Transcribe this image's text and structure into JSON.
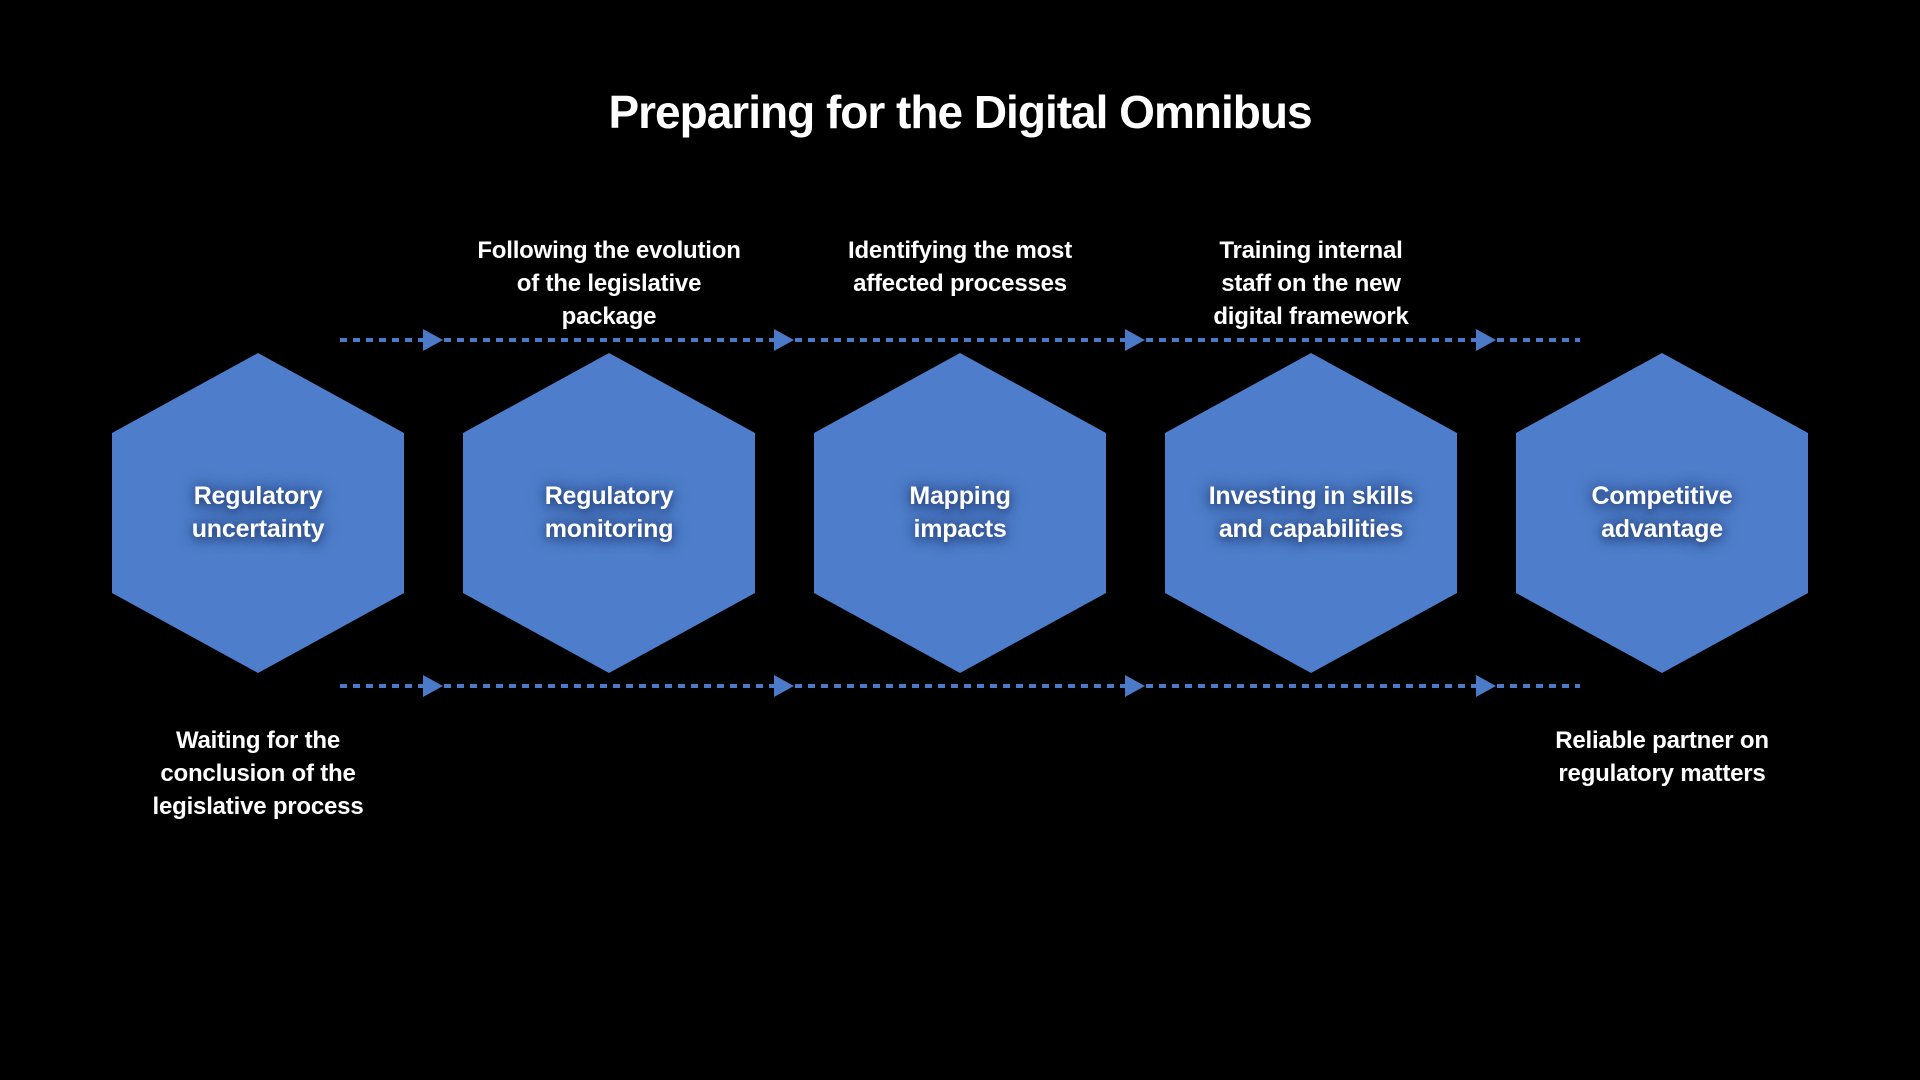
{
  "title": "Preparing for the Digital Omnibus",
  "colors": {
    "background": "#000000",
    "hexagon": "#4e7ecb",
    "arrow": "#4b7ac8",
    "text": "#ffffff"
  },
  "stages": [
    {
      "text": "Regulatory uncertainty",
      "lines": [
        "Regulatory",
        "uncertainty"
      ]
    },
    {
      "text": "Regulatory monitoring",
      "lines": [
        "Regulatory",
        "monitoring"
      ]
    },
    {
      "text": "Mapping impacts",
      "lines": [
        "Mapping",
        "impacts"
      ]
    },
    {
      "text": "Investing in skills and capabilities",
      "lines": [
        "Investing in skills",
        "and capabilities"
      ]
    },
    {
      "text": "Competitive advantage",
      "lines": [
        "Competitive",
        "advantage"
      ]
    }
  ],
  "top_flow_labels": [
    {
      "text": "Following the evolution of the legislative package",
      "lines": [
        "Following the evolution",
        "of the legislative",
        "package"
      ]
    },
    {
      "text": "Identifying the most affected processes",
      "lines": [
        "Identifying the most",
        "affected processes"
      ]
    },
    {
      "text": "Training internal staff on the new digital framework",
      "lines": [
        "Training internal",
        "staff on the new",
        "digital framework"
      ]
    }
  ],
  "bottom_flow_labels": [
    {
      "text": "Waiting for the conclusion of the legislative process",
      "lines": [
        "Waiting for the",
        "conclusion of the",
        "legislative process"
      ]
    },
    {
      "text": "Reliable partner on regulatory matters",
      "lines": [
        "Reliable partner on",
        "regulatory matters"
      ]
    }
  ],
  "icons": {
    "arrowhead": "right-triangle-arrowhead"
  }
}
